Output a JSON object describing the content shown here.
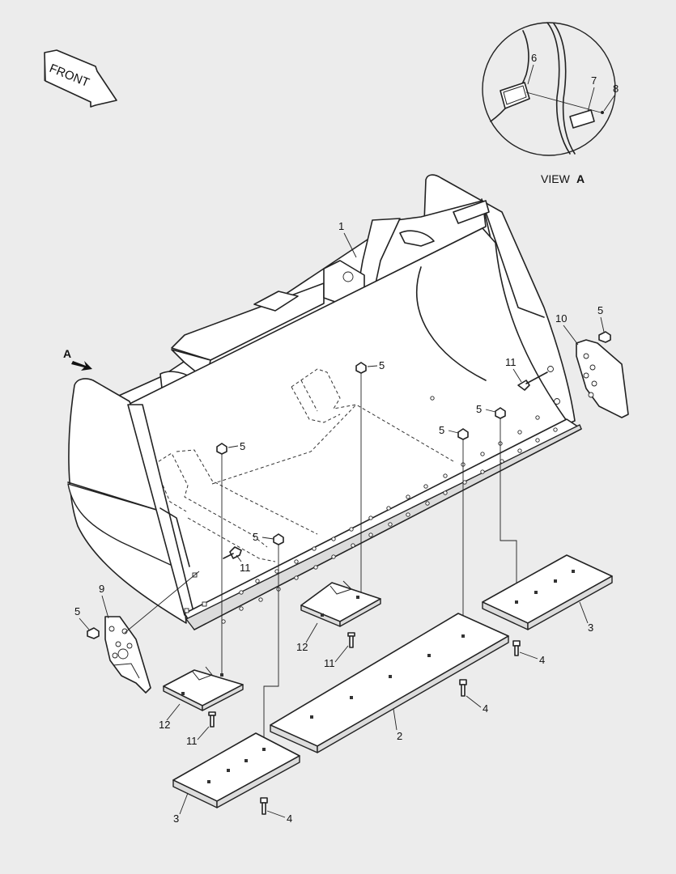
{
  "front_label": "FRONT",
  "view_label": "VIEW",
  "view_letter": "A",
  "arrow_label": "A",
  "callouts": {
    "c1": "1",
    "c2": "2",
    "c3a": "3",
    "c3b": "3",
    "c4a": "4",
    "c4b": "4",
    "c4c": "4",
    "c5a": "5",
    "c5b": "5",
    "c5c": "5",
    "c5d": "5",
    "c5e": "5",
    "c5f": "5",
    "c5g": "5",
    "c6": "6",
    "c7": "7",
    "c8": "8",
    "c9": "9",
    "c10": "10",
    "c11a": "11",
    "c11b": "11",
    "c11c": "11",
    "c11d": "11",
    "c12a": "12",
    "c12b": "12"
  }
}
